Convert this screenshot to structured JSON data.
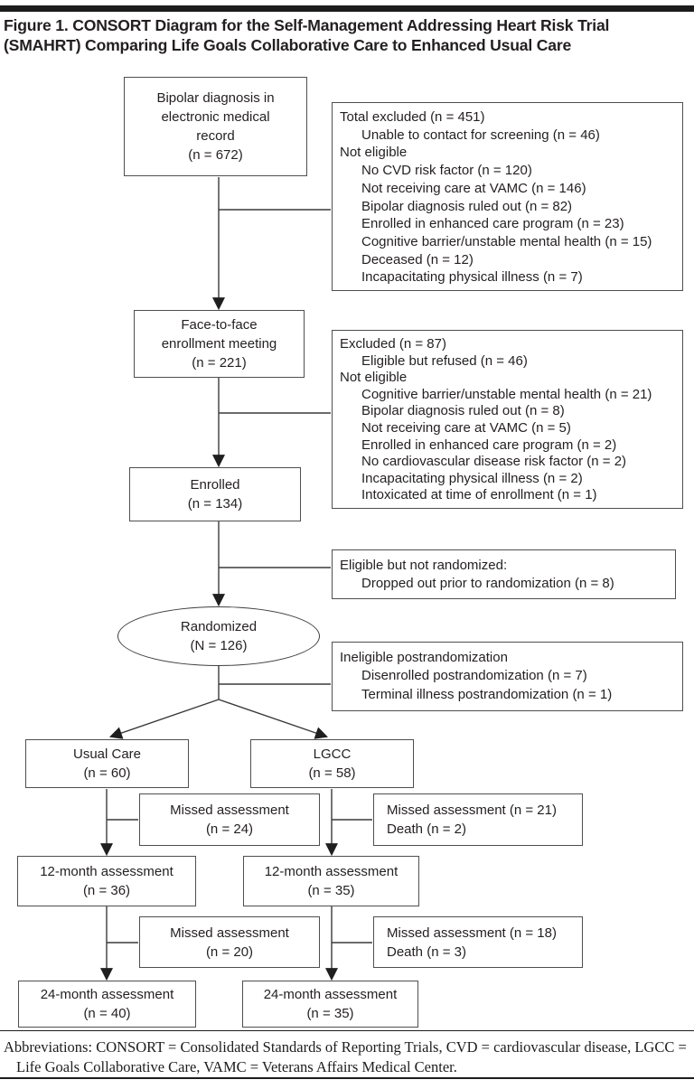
{
  "figure": {
    "title_line1": "Figure 1. CONSORT Diagram for the Self-Management Addressing Heart Risk Trial",
    "title_line2": "(SMAHRT) Comparing Life Goals Collaborative Care to Enhanced Usual Care",
    "footer_line1": "Abbreviations: CONSORT = Consolidated Standards of Reporting Trials, CVD = cardiovascular",
    "footer_line2": "disease, LGCC = Life Goals Collaborative Care, VAMC = Veterans Affairs Medical Center."
  },
  "colors": {
    "text": "#231f20",
    "box_border": "#4f4f50",
    "connector": "#3a3a3a",
    "rule": "#1c1c1c",
    "background": "#ffffff"
  },
  "nodes": {
    "emr": {
      "lines": [
        "Bipolar diagnosis in",
        "electronic medical",
        "record",
        "(n = 672)"
      ]
    },
    "meeting": {
      "lines": [
        "Face-to-face",
        "enrollment meeting",
        "(n = 221)"
      ]
    },
    "enrolled": {
      "lines": [
        "Enrolled",
        "(n = 134)"
      ]
    },
    "randomized": {
      "lines": [
        "Randomized",
        "(N = 126)"
      ]
    },
    "usual_care": {
      "lines": [
        "Usual Care",
        "(n = 60)"
      ]
    },
    "lgcc": {
      "lines": [
        "LGCC",
        "(n = 58)"
      ]
    },
    "missed_uc_12": {
      "lines": [
        "Missed assessment",
        "(n = 24)"
      ]
    },
    "missed_lgcc_12": {
      "lines": [
        "Missed assessment (n = 21)",
        "Death (n = 2)"
      ]
    },
    "assess12_uc": {
      "lines": [
        "12-month assessment",
        "(n = 36)"
      ]
    },
    "assess12_lgcc": {
      "lines": [
        "12-month assessment",
        "(n = 35)"
      ]
    },
    "missed_uc_24": {
      "lines": [
        "Missed assessment",
        "(n = 20)"
      ]
    },
    "missed_lgcc_24": {
      "lines": [
        "Missed assessment (n = 18)",
        "Death (n = 3)"
      ]
    },
    "assess24_uc": {
      "lines": [
        "24-month assessment",
        "(n = 40)"
      ]
    },
    "assess24_lgcc": {
      "lines": [
        "24-month assessment",
        "(n = 35)"
      ]
    }
  },
  "sideboxes": {
    "excluded_screening": {
      "rows": [
        "Total excluded (n = 451)",
        "Unable to contact for screening (n = 46)",
        "Not eligible",
        "No CVD risk factor (n = 120)",
        "Not receiving care at VAMC (n = 146)",
        "Bipolar diagnosis ruled out (n = 82)",
        "Enrolled in enhanced care program (n = 23)",
        "Cognitive barrier/unstable mental health (n = 15)",
        "Deceased (n = 12)",
        "Incapacitating physical illness (n = 7)"
      ]
    },
    "excluded_enrollment": {
      "rows": [
        "Excluded (n = 87)",
        "Eligible but refused (n = 46)",
        "Not eligible",
        "Cognitive barrier/unstable mental health (n = 21)",
        "Bipolar diagnosis ruled out (n = 8)",
        "Not receiving care at VAMC (n = 5)",
        "Enrolled in enhanced care program (n = 2)",
        "No cardiovascular disease risk factor (n = 2)",
        "Incapacitating physical illness (n = 2)",
        "Intoxicated at time of enrollment (n = 1)"
      ]
    },
    "not_randomized": {
      "rows": [
        "Eligible but not randomized:",
        "Dropped out prior to randomization (n = 8)"
      ]
    },
    "ineligible_post": {
      "rows": [
        "Ineligible postrandomization",
        "Disenrolled postrandomization (n = 7)",
        "Terminal illness postrandomization (n = 1)"
      ]
    }
  }
}
